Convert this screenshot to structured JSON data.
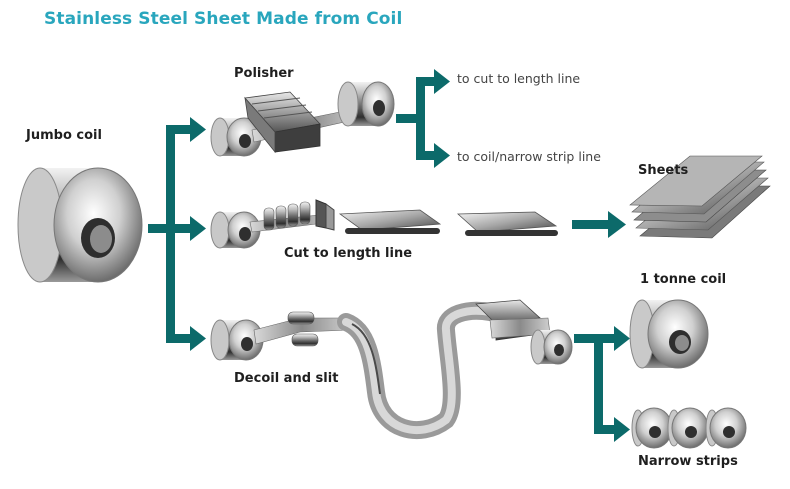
{
  "title": "Stainless Steel Sheet Made from Coil",
  "labels": {
    "jumbo_coil": "Jumbo coil",
    "polisher": "Polisher",
    "to_cut_to_length": "to cut to length line",
    "to_coil_narrow_strip": "to coil/narrow strip line",
    "sheets": "Sheets",
    "cut_to_length_line": "Cut to length line",
    "one_tonne_coil": "1 tonne coil",
    "decoil_and_slit": "Decoil and slit",
    "narrow_strips": "Narrow strips"
  },
  "colors": {
    "title": "#29a6bd",
    "arrow": "#0c6a6a",
    "steel_dark": "#3a3a3a",
    "steel_light": "#e6e6e6"
  }
}
